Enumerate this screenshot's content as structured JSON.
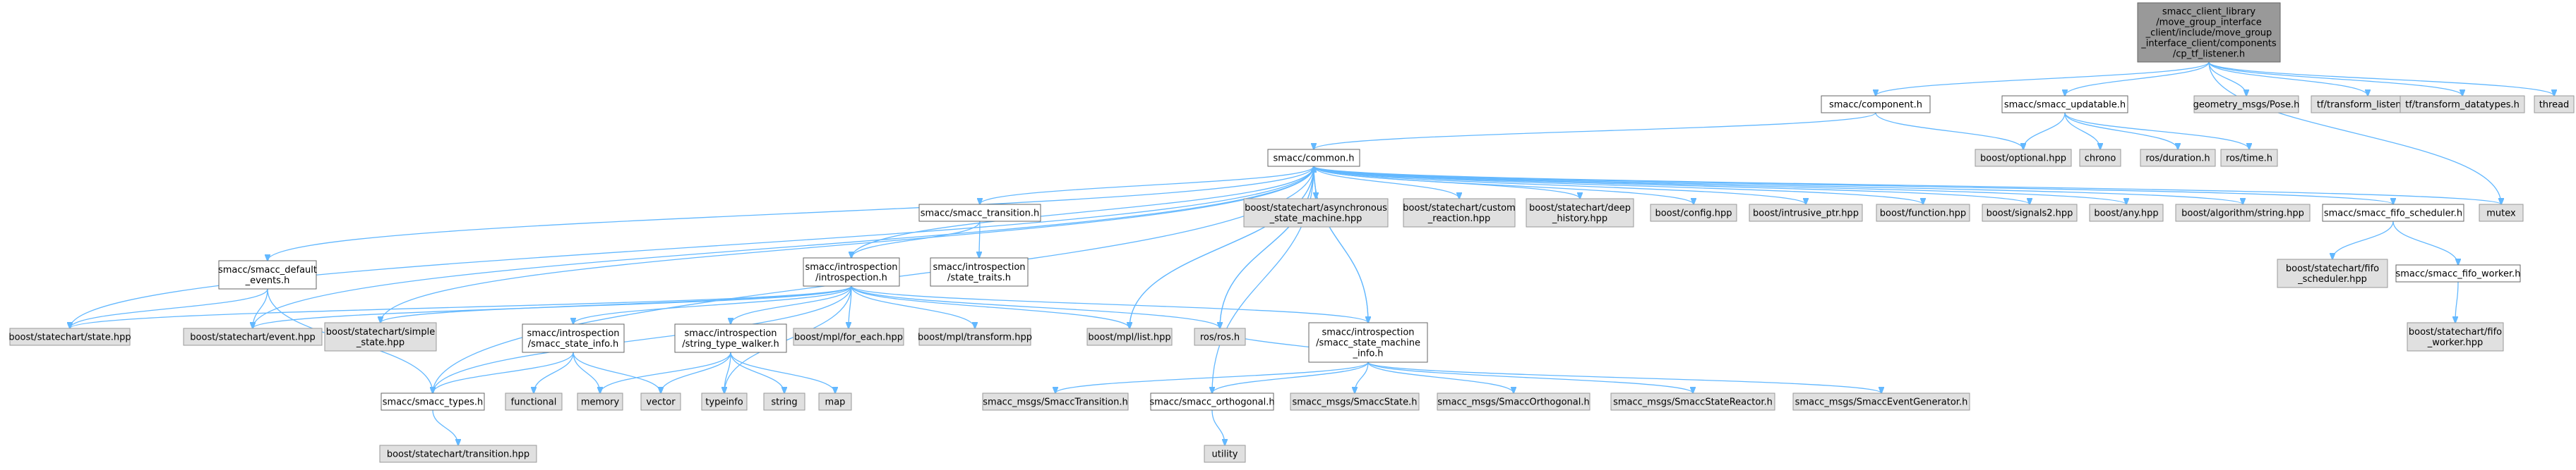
{
  "graph": {
    "nodes": [
      {
        "id": "root",
        "lines": [
          "smacc_client_library",
          "/move_group_interface",
          "_client/include/move_group",
          "_interface_client/components",
          "/cp_tf_listener.h"
        ],
        "style": "root"
      },
      {
        "id": "component",
        "lines": [
          "smacc/component.h"
        ],
        "style": "white"
      },
      {
        "id": "updatable",
        "lines": [
          "smacc/smacc_updatable.h"
        ],
        "style": "white"
      },
      {
        "id": "geometry_pose",
        "lines": [
          "geometry_msgs/Pose.h"
        ],
        "style": "gray"
      },
      {
        "id": "tf_listener",
        "lines": [
          "tf/transform_listener.h"
        ],
        "style": "gray"
      },
      {
        "id": "tf_datatypes",
        "lines": [
          "tf/transform_datatypes.h"
        ],
        "style": "gray"
      },
      {
        "id": "thread",
        "lines": [
          "thread"
        ],
        "style": "gray"
      },
      {
        "id": "common",
        "lines": [
          "smacc/common.h"
        ],
        "style": "white"
      },
      {
        "id": "optional",
        "lines": [
          "boost/optional.hpp"
        ],
        "style": "gray"
      },
      {
        "id": "chrono",
        "lines": [
          "chrono"
        ],
        "style": "gray"
      },
      {
        "id": "ros_duration",
        "lines": [
          "ros/duration.h"
        ],
        "style": "gray"
      },
      {
        "id": "ros_time",
        "lines": [
          "ros/time.h"
        ],
        "style": "gray"
      },
      {
        "id": "default_events",
        "lines": [
          "smacc/smacc_default",
          "_events.h"
        ],
        "style": "white"
      },
      {
        "id": "smacc_transition",
        "lines": [
          "smacc/smacc_transition.h"
        ],
        "style": "white"
      },
      {
        "id": "async_sm",
        "lines": [
          "boost/statechart/asynchronous",
          "_state_machine.hpp"
        ],
        "style": "gray"
      },
      {
        "id": "custom_reaction",
        "lines": [
          "boost/statechart/custom",
          "_reaction.hpp"
        ],
        "style": "gray"
      },
      {
        "id": "deep_history",
        "lines": [
          "boost/statechart/deep",
          "_history.hpp"
        ],
        "style": "gray"
      },
      {
        "id": "config",
        "lines": [
          "boost/config.hpp"
        ],
        "style": "gray"
      },
      {
        "id": "intrusive_ptr",
        "lines": [
          "boost/intrusive_ptr.hpp"
        ],
        "style": "gray"
      },
      {
        "id": "function",
        "lines": [
          "boost/function.hpp"
        ],
        "style": "gray"
      },
      {
        "id": "signals2",
        "lines": [
          "boost/signals2.hpp"
        ],
        "style": "gray"
      },
      {
        "id": "any",
        "lines": [
          "boost/any.hpp"
        ],
        "style": "gray"
      },
      {
        "id": "algo_string",
        "lines": [
          "boost/algorithm/string.hpp"
        ],
        "style": "gray"
      },
      {
        "id": "fifo_scheduler",
        "lines": [
          "smacc/smacc_fifo_scheduler.h"
        ],
        "style": "white"
      },
      {
        "id": "mutex",
        "lines": [
          "mutex"
        ],
        "style": "gray"
      },
      {
        "id": "introspection",
        "lines": [
          "smacc/introspection",
          "/introspection.h"
        ],
        "style": "white"
      },
      {
        "id": "state_traits",
        "lines": [
          "smacc/introspection",
          "/state_traits.h"
        ],
        "style": "white"
      },
      {
        "id": "sc_fifo_scheduler",
        "lines": [
          "boost/statechart/fifo",
          "_scheduler.hpp"
        ],
        "style": "gray"
      },
      {
        "id": "fifo_worker",
        "lines": [
          "smacc/smacc_fifo_worker.h"
        ],
        "style": "white"
      },
      {
        "id": "sc_fifo_worker",
        "lines": [
          "boost/statechart/fifo",
          "_worker.hpp"
        ],
        "style": "gray"
      },
      {
        "id": "sc_state",
        "lines": [
          "boost/statechart/state.hpp"
        ],
        "style": "gray"
      },
      {
        "id": "sc_event",
        "lines": [
          "boost/statechart/event.hpp"
        ],
        "style": "gray"
      },
      {
        "id": "sc_simple_state",
        "lines": [
          "boost/statechart/simple",
          "_state.hpp"
        ],
        "style": "gray"
      },
      {
        "id": "state_info",
        "lines": [
          "smacc/introspection",
          "/smacc_state_info.h"
        ],
        "style": "white"
      },
      {
        "id": "type_walker",
        "lines": [
          "smacc/introspection",
          "/string_type_walker.h"
        ],
        "style": "white"
      },
      {
        "id": "mpl_for_each",
        "lines": [
          "boost/mpl/for_each.hpp"
        ],
        "style": "gray"
      },
      {
        "id": "mpl_transform",
        "lines": [
          "boost/mpl/transform.hpp"
        ],
        "style": "gray"
      },
      {
        "id": "mpl_list",
        "lines": [
          "boost/mpl/list.hpp"
        ],
        "style": "gray"
      },
      {
        "id": "ros_h",
        "lines": [
          "ros/ros.h"
        ],
        "style": "gray"
      },
      {
        "id": "sm_info",
        "lines": [
          "smacc/introspection",
          "/smacc_state_machine",
          "_info.h"
        ],
        "style": "white"
      },
      {
        "id": "smacc_types",
        "lines": [
          "smacc/smacc_types.h"
        ],
        "style": "white"
      },
      {
        "id": "functional",
        "lines": [
          "functional"
        ],
        "style": "gray"
      },
      {
        "id": "memory",
        "lines": [
          "memory"
        ],
        "style": "gray"
      },
      {
        "id": "vector",
        "lines": [
          "vector"
        ],
        "style": "gray"
      },
      {
        "id": "typeinfo",
        "lines": [
          "typeinfo"
        ],
        "style": "gray"
      },
      {
        "id": "string",
        "lines": [
          "string"
        ],
        "style": "gray"
      },
      {
        "id": "map",
        "lines": [
          "map"
        ],
        "style": "gray"
      },
      {
        "id": "msg_transition",
        "lines": [
          "smacc_msgs/SmaccTransition.h"
        ],
        "style": "gray"
      },
      {
        "id": "orthogonal",
        "lines": [
          "smacc/smacc_orthogonal.h"
        ],
        "style": "white"
      },
      {
        "id": "msg_state",
        "lines": [
          "smacc_msgs/SmaccState.h"
        ],
        "style": "gray"
      },
      {
        "id": "msg_orthogonal",
        "lines": [
          "smacc_msgs/SmaccOrthogonal.h"
        ],
        "style": "gray"
      },
      {
        "id": "msg_state_reactor",
        "lines": [
          "smacc_msgs/SmaccStateReactor.h"
        ],
        "style": "gray"
      },
      {
        "id": "msg_event_gen",
        "lines": [
          "smacc_msgs/SmaccEventGenerator.h"
        ],
        "style": "gray"
      },
      {
        "id": "sc_transition",
        "lines": [
          "boost/statechart/transition.hpp"
        ],
        "style": "gray"
      },
      {
        "id": "utility",
        "lines": [
          "utility"
        ],
        "style": "gray"
      }
    ],
    "edges": [
      [
        "root",
        "component"
      ],
      [
        "root",
        "updatable"
      ],
      [
        "root",
        "geometry_pose"
      ],
      [
        "root",
        "tf_listener"
      ],
      [
        "root",
        "tf_datatypes"
      ],
      [
        "root",
        "thread"
      ],
      [
        "root",
        "mutex"
      ],
      [
        "component",
        "common"
      ],
      [
        "component",
        "optional"
      ],
      [
        "updatable",
        "optional"
      ],
      [
        "updatable",
        "chrono"
      ],
      [
        "updatable",
        "ros_duration"
      ],
      [
        "updatable",
        "ros_time"
      ],
      [
        "common",
        "default_events"
      ],
      [
        "common",
        "smacc_transition"
      ],
      [
        "common",
        "async_sm"
      ],
      [
        "common",
        "custom_reaction"
      ],
      [
        "common",
        "deep_history"
      ],
      [
        "common",
        "config"
      ],
      [
        "common",
        "intrusive_ptr"
      ],
      [
        "common",
        "function"
      ],
      [
        "common",
        "signals2"
      ],
      [
        "common",
        "any"
      ],
      [
        "common",
        "algo_string"
      ],
      [
        "common",
        "fifo_scheduler"
      ],
      [
        "common",
        "mutex"
      ],
      [
        "common",
        "introspection"
      ],
      [
        "common",
        "sc_state"
      ],
      [
        "common",
        "sc_event"
      ],
      [
        "common",
        "sc_simple_state"
      ],
      [
        "common",
        "smacc_types"
      ],
      [
        "common",
        "mpl_list"
      ],
      [
        "common",
        "ros_h"
      ],
      [
        "common",
        "sm_info"
      ],
      [
        "default_events",
        "sc_state"
      ],
      [
        "default_events",
        "sc_event"
      ],
      [
        "default_events",
        "smacc_types"
      ],
      [
        "smacc_transition",
        "introspection"
      ],
      [
        "smacc_transition",
        "state_traits"
      ],
      [
        "fifo_scheduler",
        "sc_fifo_scheduler"
      ],
      [
        "fifo_scheduler",
        "fifo_worker"
      ],
      [
        "fifo_worker",
        "sc_fifo_worker"
      ],
      [
        "introspection",
        "sc_state"
      ],
      [
        "introspection",
        "sc_event"
      ],
      [
        "introspection",
        "sc_simple_state"
      ],
      [
        "introspection",
        "state_info"
      ],
      [
        "introspection",
        "type_walker"
      ],
      [
        "introspection",
        "mpl_for_each"
      ],
      [
        "introspection",
        "mpl_transform"
      ],
      [
        "introspection",
        "mpl_list"
      ],
      [
        "introspection",
        "ros_h"
      ],
      [
        "introspection",
        "sm_info"
      ],
      [
        "introspection",
        "smacc_types"
      ],
      [
        "introspection",
        "typeinfo"
      ],
      [
        "state_info",
        "smacc_types"
      ],
      [
        "state_info",
        "functional"
      ],
      [
        "state_info",
        "memory"
      ],
      [
        "state_info",
        "vector"
      ],
      [
        "type_walker",
        "memory"
      ],
      [
        "type_walker",
        "vector"
      ],
      [
        "type_walker",
        "typeinfo"
      ],
      [
        "type_walker",
        "string"
      ],
      [
        "type_walker",
        "map"
      ],
      [
        "sm_info",
        "msg_transition"
      ],
      [
        "sm_info",
        "orthogonal"
      ],
      [
        "sm_info",
        "msg_state"
      ],
      [
        "sm_info",
        "msg_orthogonal"
      ],
      [
        "sm_info",
        "msg_state_reactor"
      ],
      [
        "sm_info",
        "msg_event_gen"
      ],
      [
        "sm_info",
        "common"
      ],
      [
        "smacc_types",
        "sc_transition"
      ],
      [
        "orthogonal",
        "utility"
      ],
      [
        "orthogonal",
        "common"
      ],
      [
        "sm_info",
        "ros_h"
      ],
      [
        "mpl_list",
        "common"
      ],
      [
        "ros_h",
        "common"
      ]
    ]
  }
}
